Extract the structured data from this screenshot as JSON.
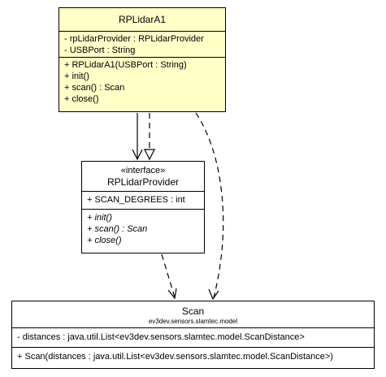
{
  "diagram": {
    "classes": {
      "rplidar": {
        "name": "RPLidarA1",
        "attributes": [
          "- rpLidarProvider : RPLidarProvider",
          "- USBPort : String"
        ],
        "operations": [
          "+ RPLidarA1(USBPort : String)",
          "+ init()",
          "+ scan() : Scan",
          "+ close()"
        ]
      },
      "provider": {
        "stereotype": "«interface»",
        "name": "RPLidarProvider",
        "attributes": [
          "+ SCAN_DEGREES : int"
        ],
        "operations": [
          "+ init()",
          "+ scan() : Scan",
          "+ close()"
        ]
      },
      "scan": {
        "name": "Scan",
        "package": "ev3dev.sensors.slamtec.model",
        "attributes": [
          "- distances : java.util.List<ev3dev.sensors.slamtec.model.ScanDistance>"
        ],
        "operations": [
          "+ Scan(distances : java.util.List<ev3dev.sensors.slamtec.model.ScanDistance>)"
        ]
      }
    },
    "relations": [
      {
        "from": "RPLidarA1",
        "to": "RPLidarProvider",
        "kind": "association"
      },
      {
        "from": "RPLidarA1",
        "to": "RPLidarProvider",
        "kind": "realization"
      },
      {
        "from": "RPLidarA1",
        "to": "Scan",
        "kind": "dependency"
      },
      {
        "from": "RPLidarProvider",
        "to": "Scan",
        "kind": "dependency"
      }
    ],
    "colors": {
      "highlight_fill": "#ffffc8",
      "fill": "#ffffff",
      "stroke": "#000000"
    }
  }
}
